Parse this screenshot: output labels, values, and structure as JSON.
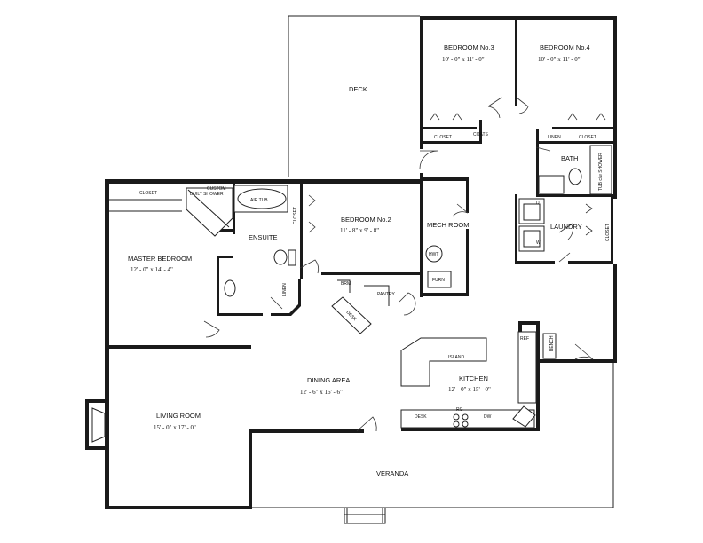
{
  "rooms": {
    "deck": {
      "name": "DECK"
    },
    "bedroom3": {
      "name": "BEDROOM No.3",
      "dims": "10' - 0\" x 11' - 0\""
    },
    "bedroom4": {
      "name": "BEDROOM No.4",
      "dims": "10' - 0\" x 11' - 0\""
    },
    "bath": {
      "name": "BATH"
    },
    "bedroom2": {
      "name": "BEDROOM No.2",
      "dims": "11' - 8\" x 9' - 8\""
    },
    "mech": {
      "name": "MECH ROOM"
    },
    "laundry": {
      "name": "LAUNDRY"
    },
    "ensuite": {
      "name": "ENSUITE"
    },
    "master": {
      "name": "MASTER BEDROOM",
      "dims": "12' - 0\" x 14' - 4\""
    },
    "dining": {
      "name": "DINING AREA",
      "dims": "12' - 6\" x 16' - 6\""
    },
    "kitchen": {
      "name": "KITCHEN",
      "dims": "12' - 0\" x 15' - 0\""
    },
    "living": {
      "name": "LIVING ROOM",
      "dims": "15' - 0\" x 17' - 0\""
    },
    "veranda": {
      "name": "VERANDA"
    }
  },
  "labels": {
    "closet_b3": "CLOSET",
    "coats": "COATS",
    "linen_bath": "LINEN",
    "closet_b4": "CLOSET",
    "tub_shower": "TUB c/w SHOWER",
    "closet_master": "CLOSET",
    "custom_shower": "CUSTOM",
    "built_shower": "BUILT SHOWER",
    "air_tub": "AIR TUB",
    "closet_b2": "CLOSET",
    "linen_ensuite": "LINEN",
    "brm": "BRM",
    "pantry": "PANTRY",
    "desk_angled": "DESK",
    "hwt": "HWT",
    "furn": "FURN",
    "closet_laundry": "CLOSET",
    "dryer": "D",
    "washer": "W",
    "island": "ISLAND",
    "ref": "REF",
    "bench": "BENCH",
    "desk_kitchen": "DESK",
    "range": "RG",
    "dishwasher": "DW"
  }
}
